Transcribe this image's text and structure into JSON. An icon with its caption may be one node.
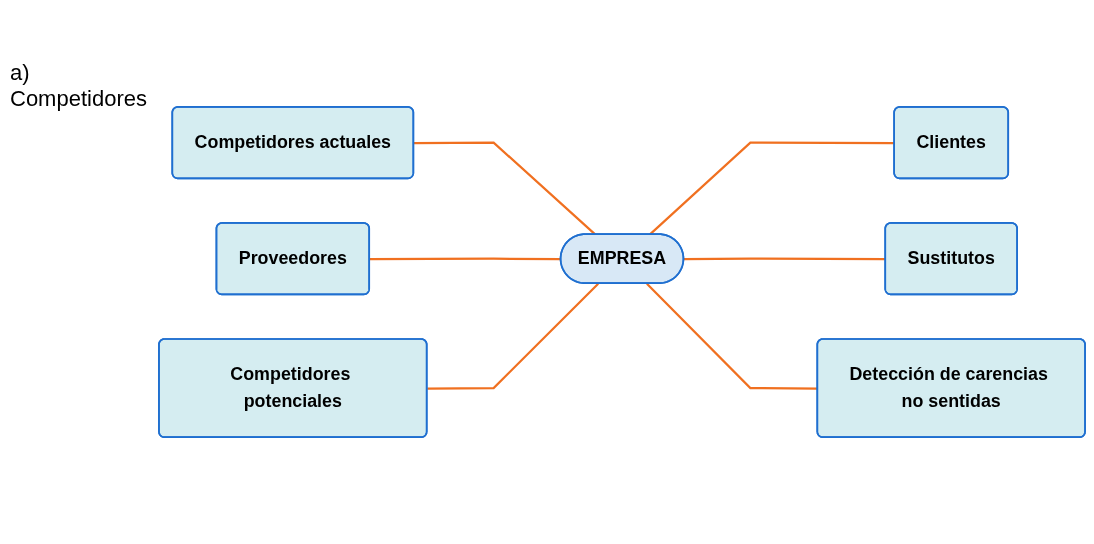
{
  "diagram": {
    "nodes": [
      {
        "text": [
          "Competidores actuales"
        ]
      },
      {
        "text": [
          "Proveedores"
        ]
      },
      {
        "text": [
          "EMPRESA"
        ]
      },
      {
        "text": [
          "Clientes"
        ]
      },
      {
        "text": [
          "Competidores potenciales"
        ]
      },
      {
        "text": [
          "Sustitutos"
        ]
      },
      {
        "text": [
          "Detección de carencias no sentidas"
        ]
      }
    ],
    "edges": [
      {
        "from": 0,
        "to": 2,
        "arrow": "none"
      },
      {
        "from": 1,
        "to": 2,
        "arrow": "none"
      },
      {
        "from": 2,
        "to": 3,
        "arrow": "none"
      },
      {
        "from": 4,
        "to": 2,
        "arrow": "none"
      },
      {
        "from": 2,
        "to": 5,
        "arrow": "none"
      },
      {
        "from": 2,
        "to": 6,
        "arrow": "none"
      }
    ],
    "labels": [
      "a) Competidores"
    ]
  }
}
